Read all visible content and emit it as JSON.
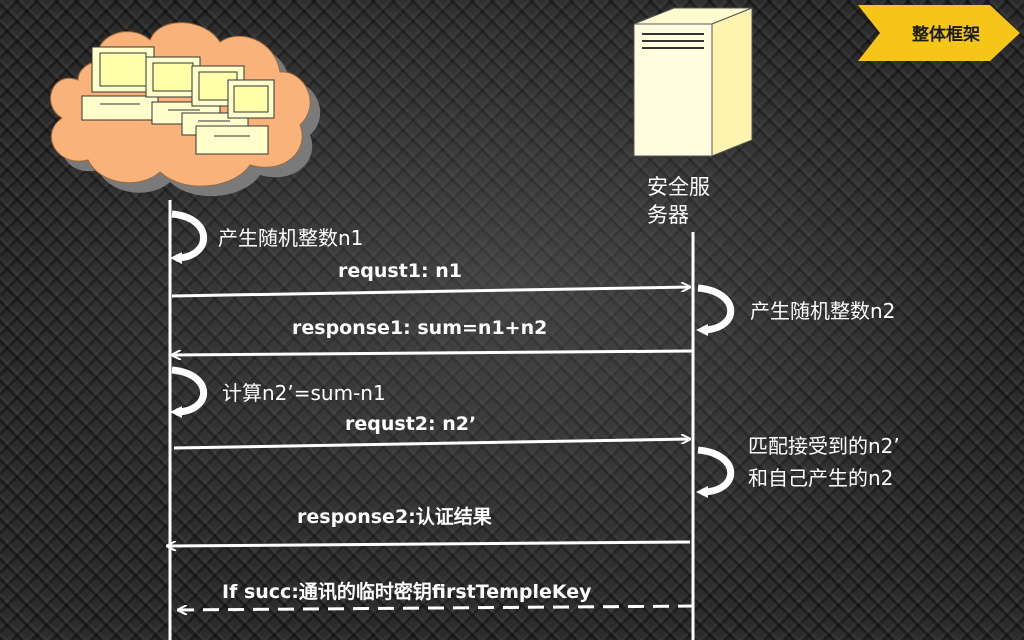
{
  "badge": {
    "label": "整体框架",
    "color": "#f5c518"
  },
  "server": {
    "label_line1": "安全服",
    "label_line2": "务器"
  },
  "steps": {
    "client_gen": "产生随机整数n1",
    "request1": "requst1: n1",
    "server_gen": "产生随机整数n2",
    "response1": "response1: sum=n1+n2",
    "client_calc": "计算n2’=sum-n1",
    "request2": "requst2: n2’",
    "server_match_line1": "匹配接受到的n2’",
    "server_match_line2": "和自己产生的n2",
    "response2": "response2:认证结果",
    "final": "If succ:通讯的临时密钥firstTempleKey"
  },
  "colors": {
    "cloud": "#f9b27a",
    "cloud_shadow": "#7a7a7a",
    "monitor": "#ffffcc",
    "server_front": "#fffde0",
    "server_side": "#fff3b0",
    "lines": "#ffffff"
  },
  "icons": {
    "cloud": "cloud-icon",
    "computers": "computer-cluster-icon",
    "server": "server-tower-icon",
    "self_loop": "curved-arrow-icon"
  }
}
